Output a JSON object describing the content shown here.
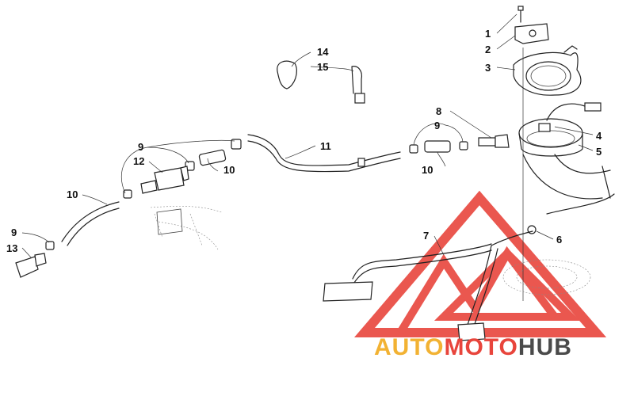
{
  "diagram": {
    "callouts": [
      "1",
      "2",
      "3",
      "4",
      "5",
      "6",
      "7",
      "8",
      "9",
      "9",
      "9",
      "10",
      "10",
      "10",
      "11",
      "12",
      "13",
      "14",
      "15"
    ]
  },
  "watermark": {
    "part1": "AUTO",
    "part2": "MOTO",
    "part3": "HUB",
    "colors": {
      "auto": "#f2b233",
      "moto": "#e8453c",
      "hub": "#4a4a4a",
      "triangle": "#e8453c"
    }
  }
}
